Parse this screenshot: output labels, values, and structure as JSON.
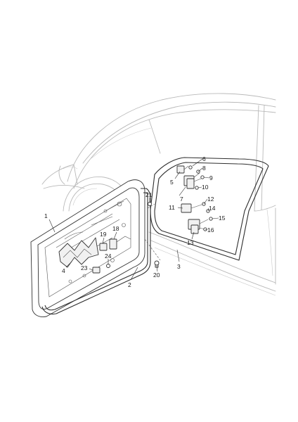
{
  "diagram": {
    "type": "exploded-parts-diagram",
    "subject": "front-door-and-seals",
    "callouts": [
      {
        "id": "c1",
        "label": "1"
      },
      {
        "id": "c2",
        "label": "2"
      },
      {
        "id": "c3",
        "label": "3"
      },
      {
        "id": "c4",
        "label": "4"
      },
      {
        "id": "c5",
        "label": "5"
      },
      {
        "id": "c6",
        "label": "6"
      },
      {
        "id": "c7",
        "label": "7"
      },
      {
        "id": "c8",
        "label": "8"
      },
      {
        "id": "c9",
        "label": "9"
      },
      {
        "id": "c10",
        "label": "10"
      },
      {
        "id": "c11",
        "label": "11"
      },
      {
        "id": "c12",
        "label": "12"
      },
      {
        "id": "c13",
        "label": "13"
      },
      {
        "id": "c14",
        "label": "14"
      },
      {
        "id": "c15",
        "label": "15"
      },
      {
        "id": "c16",
        "label": "16"
      },
      {
        "id": "c18",
        "label": "18"
      },
      {
        "id": "c19",
        "label": "19"
      },
      {
        "id": "c20",
        "label": "20"
      },
      {
        "id": "c21",
        "label": "21"
      },
      {
        "id": "c23",
        "label": "23"
      },
      {
        "id": "c24",
        "label": "24"
      }
    ]
  }
}
